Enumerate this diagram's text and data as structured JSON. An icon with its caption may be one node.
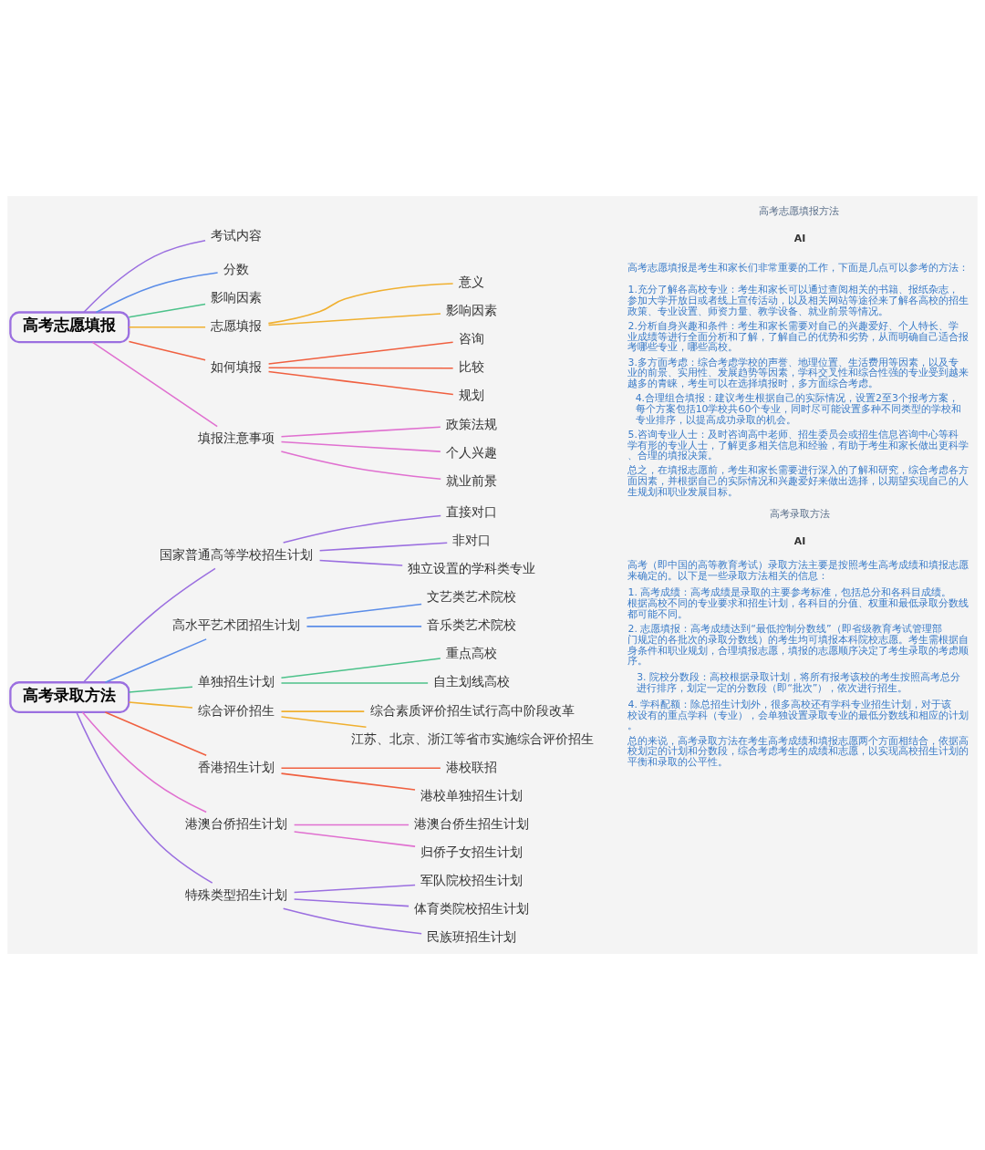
{
  "diagram": {
    "nodes": [
      {
        "text": [
          "高考志愿填报"
        ]
      },
      {
        "text": [
          "考试内容"
        ]
      },
      {
        "text": [
          "分数"
        ]
      },
      {
        "text": [
          "影响因素"
        ]
      },
      {
        "text": [
          "志愿填报"
        ]
      },
      {
        "text": [
          "意义"
        ]
      },
      {
        "text": [
          "影响因素"
        ]
      },
      {
        "text": [
          "如何填报"
        ]
      },
      {
        "text": [
          "咨询"
        ]
      },
      {
        "text": [
          "比较"
        ]
      },
      {
        "text": [
          "规划"
        ]
      },
      {
        "text": [
          "填报注意事项"
        ]
      },
      {
        "text": [
          "政策法规"
        ]
      },
      {
        "text": [
          "个人兴趣"
        ]
      },
      {
        "text": [
          "就业前景"
        ]
      },
      {
        "text": [
          "高考录取方法"
        ]
      },
      {
        "text": [
          "国家普通高等学校招生计划"
        ]
      },
      {
        "text": [
          "直接对口"
        ]
      },
      {
        "text": [
          "非对口"
        ]
      },
      {
        "text": [
          "独立设置的学科类专业"
        ]
      },
      {
        "text": [
          "高水平艺术团招生计划"
        ]
      },
      {
        "text": [
          "文艺类艺术院校"
        ]
      },
      {
        "text": [
          "音乐类艺术院校"
        ]
      },
      {
        "text": [
          "单独招生计划"
        ]
      },
      {
        "text": [
          "重点高校"
        ]
      },
      {
        "text": [
          "自主划线高校"
        ]
      },
      {
        "text": [
          "综合评价招生"
        ]
      },
      {
        "text": [
          "综合素质评价招生试行高中阶段改革"
        ]
      },
      {
        "text": [
          "江苏、北京、浙江等省市实施综合评价招生"
        ]
      },
      {
        "text": [
          "香港招生计划"
        ]
      },
      {
        "text": [
          "港校联招"
        ]
      },
      {
        "text": [
          "港校单独招生计划"
        ]
      },
      {
        "text": [
          "港澳台侨招生计划"
        ]
      },
      {
        "text": [
          "港澳台侨生招生计划"
        ]
      },
      {
        "text": [
          "归侨子女招生计划"
        ]
      },
      {
        "text": [
          "特殊类型招生计划"
        ]
      },
      {
        "text": [
          "军队院校招生计划"
        ]
      },
      {
        "text": [
          "体育类院校招生计划"
        ]
      },
      {
        "text": [
          "民族班招生计划"
        ]
      }
    ],
    "edges": [
      {
        "from": 0,
        "to": 1,
        "arrow": "none",
        "color": "#9b6fe0"
      },
      {
        "from": 0,
        "to": 2,
        "arrow": "none",
        "color": "#5b8de8"
      },
      {
        "from": 0,
        "to": 3,
        "arrow": "none",
        "color": "#4cc28a"
      },
      {
        "from": 0,
        "to": 4,
        "arrow": "none",
        "color": "#f0b030"
      },
      {
        "from": 4,
        "to": 5,
        "arrow": "none",
        "color": "#f0b030"
      },
      {
        "from": 4,
        "to": 6,
        "arrow": "none",
        "color": "#f0b030"
      },
      {
        "from": 0,
        "to": 7,
        "arrow": "none",
        "color": "#f06040"
      },
      {
        "from": 7,
        "to": 8,
        "arrow": "none",
        "color": "#f06040"
      },
      {
        "from": 7,
        "to": 9,
        "arrow": "none",
        "color": "#f06040"
      },
      {
        "from": 7,
        "to": 10,
        "arrow": "none",
        "color": "#f06040"
      },
      {
        "from": 0,
        "to": 11,
        "arrow": "none",
        "color": "#e070d0"
      },
      {
        "from": 11,
        "to": 12,
        "arrow": "none",
        "color": "#e070d0"
      },
      {
        "from": 11,
        "to": 13,
        "arrow": "none",
        "color": "#e070d0"
      },
      {
        "from": 11,
        "to": 14,
        "arrow": "none",
        "color": "#e070d0"
      },
      {
        "from": 15,
        "to": 16,
        "arrow": "none",
        "color": "#9b6fe0"
      },
      {
        "from": 16,
        "to": 17,
        "arrow": "none",
        "color": "#9b6fe0"
      },
      {
        "from": 16,
        "to": 18,
        "arrow": "none",
        "color": "#9b6fe0"
      },
      {
        "from": 16,
        "to": 19,
        "arrow": "none",
        "color": "#9b6fe0"
      },
      {
        "from": 15,
        "to": 20,
        "arrow": "none",
        "color": "#5b8de8"
      },
      {
        "from": 20,
        "to": 21,
        "arrow": "none",
        "color": "#5b8de8"
      },
      {
        "from": 20,
        "to": 22,
        "arrow": "none",
        "color": "#5b8de8"
      },
      {
        "from": 15,
        "to": 23,
        "arrow": "none",
        "color": "#4cc28a"
      },
      {
        "from": 23,
        "to": 24,
        "arrow": "none",
        "color": "#4cc28a"
      },
      {
        "from": 23,
        "to": 25,
        "arrow": "none",
        "color": "#4cc28a"
      },
      {
        "from": 15,
        "to": 26,
        "arrow": "none",
        "color": "#f0b030"
      },
      {
        "from": 26,
        "to": 27,
        "arrow": "none",
        "color": "#f0b030"
      },
      {
        "from": 26,
        "to": 28,
        "arrow": "none",
        "color": "#f0b030"
      },
      {
        "from": 15,
        "to": 29,
        "arrow": "none",
        "color": "#f06040"
      },
      {
        "from": 29,
        "to": 30,
        "arrow": "none",
        "color": "#f06040"
      },
      {
        "from": 29,
        "to": 31,
        "arrow": "none",
        "color": "#f06040"
      },
      {
        "from": 15,
        "to": 32,
        "arrow": "none",
        "color": "#e070d0"
      },
      {
        "from": 32,
        "to": 33,
        "arrow": "none",
        "color": "#e070d0"
      },
      {
        "from": 32,
        "to": 34,
        "arrow": "none",
        "color": "#e070d0"
      },
      {
        "from": 15,
        "to": 35,
        "arrow": "none",
        "color": "#9b6fe0"
      },
      {
        "from": 35,
        "to": 36,
        "arrow": "none",
        "color": "#9b6fe0"
      },
      {
        "from": 35,
        "to": 37,
        "arrow": "none",
        "color": "#9b6fe0"
      },
      {
        "from": 35,
        "to": 38,
        "arrow": "none",
        "color": "#9b6fe0"
      }
    ],
    "labels": [
      "高考志愿填报方法",
      "AI",
      "高考志愿填报是考生和家长们非常重要的工作，下面是几点可以参考的方法：",
      "1.充分了解各高校专业：考生和家长可以通过查阅相关的书籍、报纸杂志，参加大学开放日或者线上宣传活动，以及相关网站等途径来了解各高校的招生政策、专业设置、师资力量、教学设备、就业前景等情况。",
      "2.分析自身兴趣和条件：考生和家长需要对自己的兴趣爱好、个人特长、学业成绩等进行全面分析和了解，了解自己的优势和劣势，从而明确自己适合报考哪些专业，哪些高校。",
      "3.多方面考虑：综合考虑学校的声誉、地理位置、生活费用等因素，以及专业的前景、实用性、发展趋势等因素，学科交叉性和综合性强的专业受到越来越多的青睐，考生可以在选择填报时，多方面综合考虑。",
      "4.合理组合填报：建议考生根据自己的实际情况，设置2至3个报考方案，每个方案包括10学校共60个专业，同时尽可能设置多种不同类型的学校和专业排序，以提高成功录取的机会。",
      "5.咨询专业人士：及时咨询高中老师、招生委员会或招生信息咨询中心等科学有形的专业人士，了解更多相关信息和经验，有助于考生和家长做出更科学、合理的填报决策。",
      "总之，在填报志愿前，考生和家长需要进行深入的了解和研究，综合考虑各方面因素，并根据自己的实际情况和兴趣爱好来做出选择，以期望实现自己的人生规划和职业发展目标。",
      "高考录取方法",
      "AI",
      "高考（即中国的高等教育考试）录取方法主要是按照考生高考成绩和填报志愿来确定的。以下是一些录取方法相关的信息：",
      "1. 高考成绩：高考成绩是录取的主要参考标准，包括总分和各科目成绩。根据高校不同的专业要求和招生计划，各科目的分值、权重和最低录取分数线都可能不同。",
      "2. 志愿填报：高考成绩达到“最低控制分数线”（即省级教育考试管理部门规定的各批次的录取分数线）的考生均可填报本科院校志愿。考生需根据自身条件和职业规划，合理填报志愿，填报的志愿顺序决定了考生录取的考虑顺序。",
      "3. 院校分数段：高校根据录取计划，将所有报考该校的考生按照高考总分进行排序，划定一定的分数段（即“批次”），依次进行招生。",
      "4. 学科配额：除总招生计划外，很多高校还有学科专业招生计划，对于该校设有的重点学科（专业），会单独设置录取专业的最低分数线和相应的计划。",
      "总的来说，高考录取方法在考生高考成绩和填报志愿两个方面相结合，依据高校划定的计划和分数段，综合考虑考生的成绩和志愿，以实现高校招生计划的平衡和录取的公平性。"
    ]
  }
}
